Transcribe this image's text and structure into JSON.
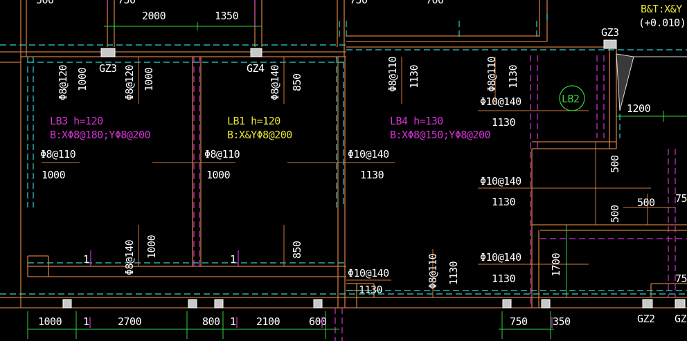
{
  "colors": {
    "background": "#000000",
    "wall": "#d07a3a",
    "axis_cyan": "#2fd3d3",
    "dim_green": "#35d43a",
    "rebar_magenta": "#d433d4",
    "text_white": "#ffffff",
    "label_yellow": "#e6e632",
    "label_magenta": "#d433d4",
    "column_fill": "#c8c8c8"
  },
  "top_dims": {
    "d1": "2000",
    "d2": "1350",
    "t1": "500",
    "t2": "750",
    "t3": "750",
    "t4": "700"
  },
  "top_right": {
    "line1": "B&T:X&Y",
    "line2": "(+0.010)"
  },
  "columns": {
    "gz3_a": "GZ3",
    "gz4": "GZ4",
    "gz3_b": "GZ3",
    "gz2": "GZ2",
    "gz_cut": "GZ"
  },
  "slabs": {
    "lb3": {
      "name": "LB3 h=120",
      "rebar": "B:XΦ8@180;YΦ8@200"
    },
    "lb1": {
      "name": "LB1 h=120",
      "rebar": "B:X&YΦ8@200"
    },
    "lb4": {
      "name": "LB4 h=130",
      "rebar": "B:XΦ8@150;YΦ8@200"
    },
    "lb2": {
      "name": "LB2"
    }
  },
  "rebar_labels": {
    "v1": "Φ8@120",
    "v1n": "1000",
    "v2": "Φ8@120",
    "v2n": "1000",
    "v3": "Φ8@140",
    "v3n": "850",
    "v4": "Φ8@110",
    "v4n": "1130",
    "v5": "Φ8@110",
    "v5n": "1130",
    "h1": "Φ8@110",
    "h1n": "1000",
    "h2": "Φ8@110",
    "h2n": "1000",
    "h3": "Φ10@140",
    "h3n": "1130",
    "r1": "Φ10@140",
    "r1n": "1130",
    "r2": "Φ10@140",
    "r2n": "1130",
    "r3": "Φ10@140",
    "r3n": "1130",
    "b1": "Φ8@140",
    "b1n": "1000",
    "b2n": "850",
    "b3": "Φ10@140",
    "b3n": "1130",
    "b4": "Φ8@110",
    "b4n": "1130",
    "m1": "1",
    "m2": "1"
  },
  "right_dims": {
    "d1200": "1200",
    "d500a": "500",
    "d500b": "500",
    "d500c": "500",
    "d75a": "75",
    "d75b": "75",
    "d1700": "1700"
  },
  "bottom_dims": {
    "b1": "1000",
    "b2": "1",
    "b3": "2700",
    "b4": "800",
    "b5": "1",
    "b6": "2100",
    "b7": "600",
    "b8": "750",
    "b9": "350"
  }
}
